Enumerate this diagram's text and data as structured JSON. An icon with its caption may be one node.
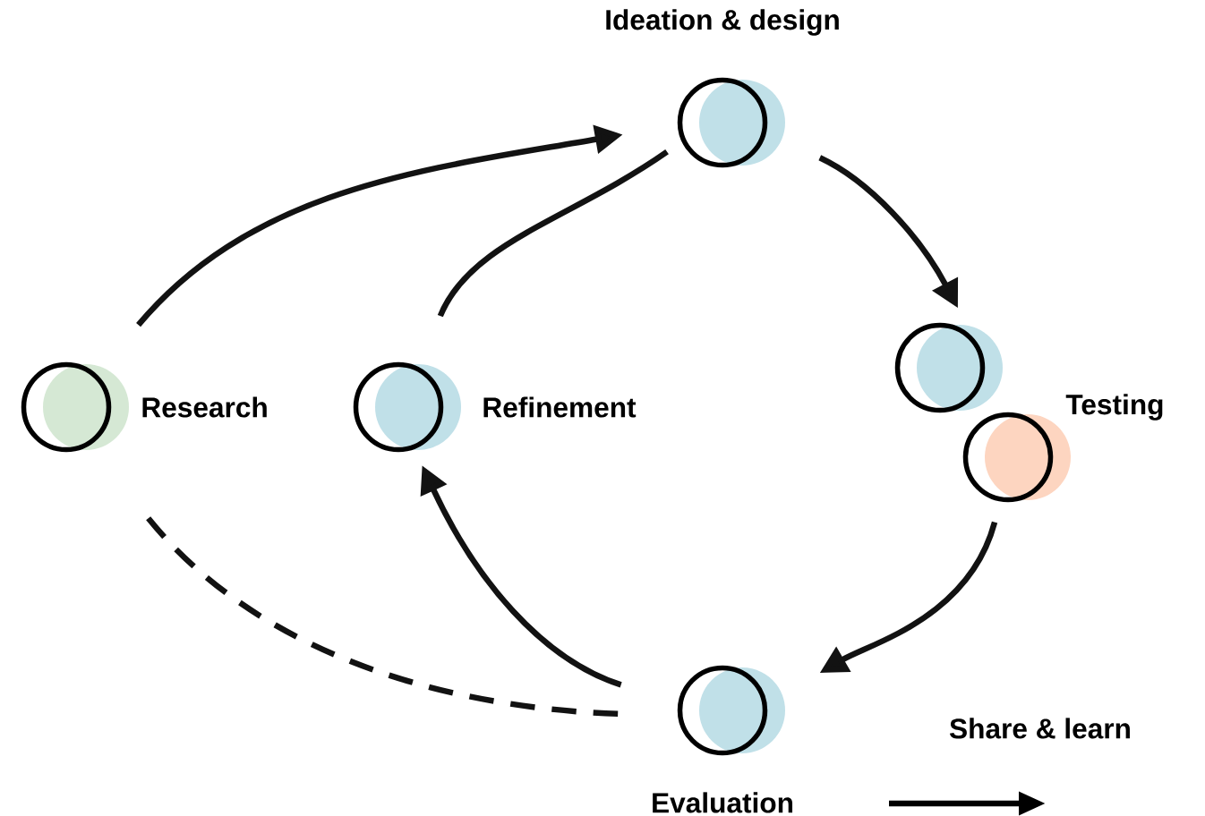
{
  "diagram": {
    "nodes": [
      {
        "text": [],
        "shape": "circle",
        "beside": [
          "Research"
        ]
      },
      {
        "text": [],
        "shape": "circle",
        "beside": [
          "Refinement"
        ]
      },
      {
        "text": [],
        "shape": "circle",
        "beside": [
          "Ideation & design"
        ]
      },
      {
        "text": [],
        "shape": "circle"
      },
      {
        "text": [],
        "shape": "circle"
      },
      {
        "text": [],
        "shape": "circle",
        "beside": [
          "Evaluation"
        ]
      }
    ],
    "edges": [
      {
        "from": 0,
        "to": 2,
        "arrow": "to"
      },
      {
        "from": 1,
        "to": 2,
        "arrow": "none"
      },
      {
        "from": 2,
        "to": 3,
        "arrow": "to"
      },
      {
        "from": 4,
        "to": 5,
        "arrow": "to"
      },
      {
        "from": 5,
        "to": 1,
        "arrow": "to"
      },
      {
        "from": 5,
        "to": 0,
        "arrow": "none",
        "style": "dashed"
      }
    ],
    "labels": [
      "Testing"
    ],
    "legend": [
      {
        "text": "Share & learn"
      }
    ]
  }
}
